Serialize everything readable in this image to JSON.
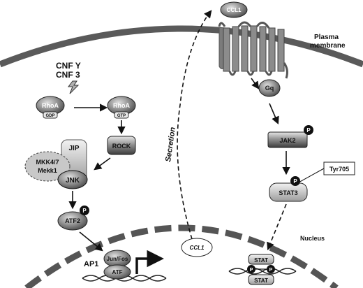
{
  "labels": {
    "ccl1_top": "CCL1",
    "plasma_membrane_1": "Plasma",
    "plasma_membrane_2": "membrane",
    "cnf_y": "CNF Y",
    "cnf_3": "CNF 3",
    "rhoa_left": "RhoA",
    "gdp": "GDP",
    "rhoa_right": "RhoA",
    "gtp": "GTP",
    "rock": "ROCK",
    "jip": "JIP",
    "mkk": "MKK4/7",
    "mekk": "Mekk1",
    "jnk": "JNK",
    "atf2": "ATF2",
    "p": "P",
    "secretion": "Secretion",
    "gq": "Gq",
    "jak2": "JAK2",
    "tyr705": "Tyr705",
    "stat3": "STAT3",
    "nucleus": "Nucleus",
    "ccl1_nucleus": "CCL1",
    "ap1": "AP1",
    "junfos": "Jun/Fos",
    "atf": "ATF",
    "stat_top": "STAT",
    "stat_bottom": "STAT"
  },
  "colors": {
    "membrane": "#555555",
    "receptor": "#777777",
    "protein_dark": "#6a6a6a",
    "protein_light": "#cfcfcf",
    "phospho": "#111111"
  }
}
